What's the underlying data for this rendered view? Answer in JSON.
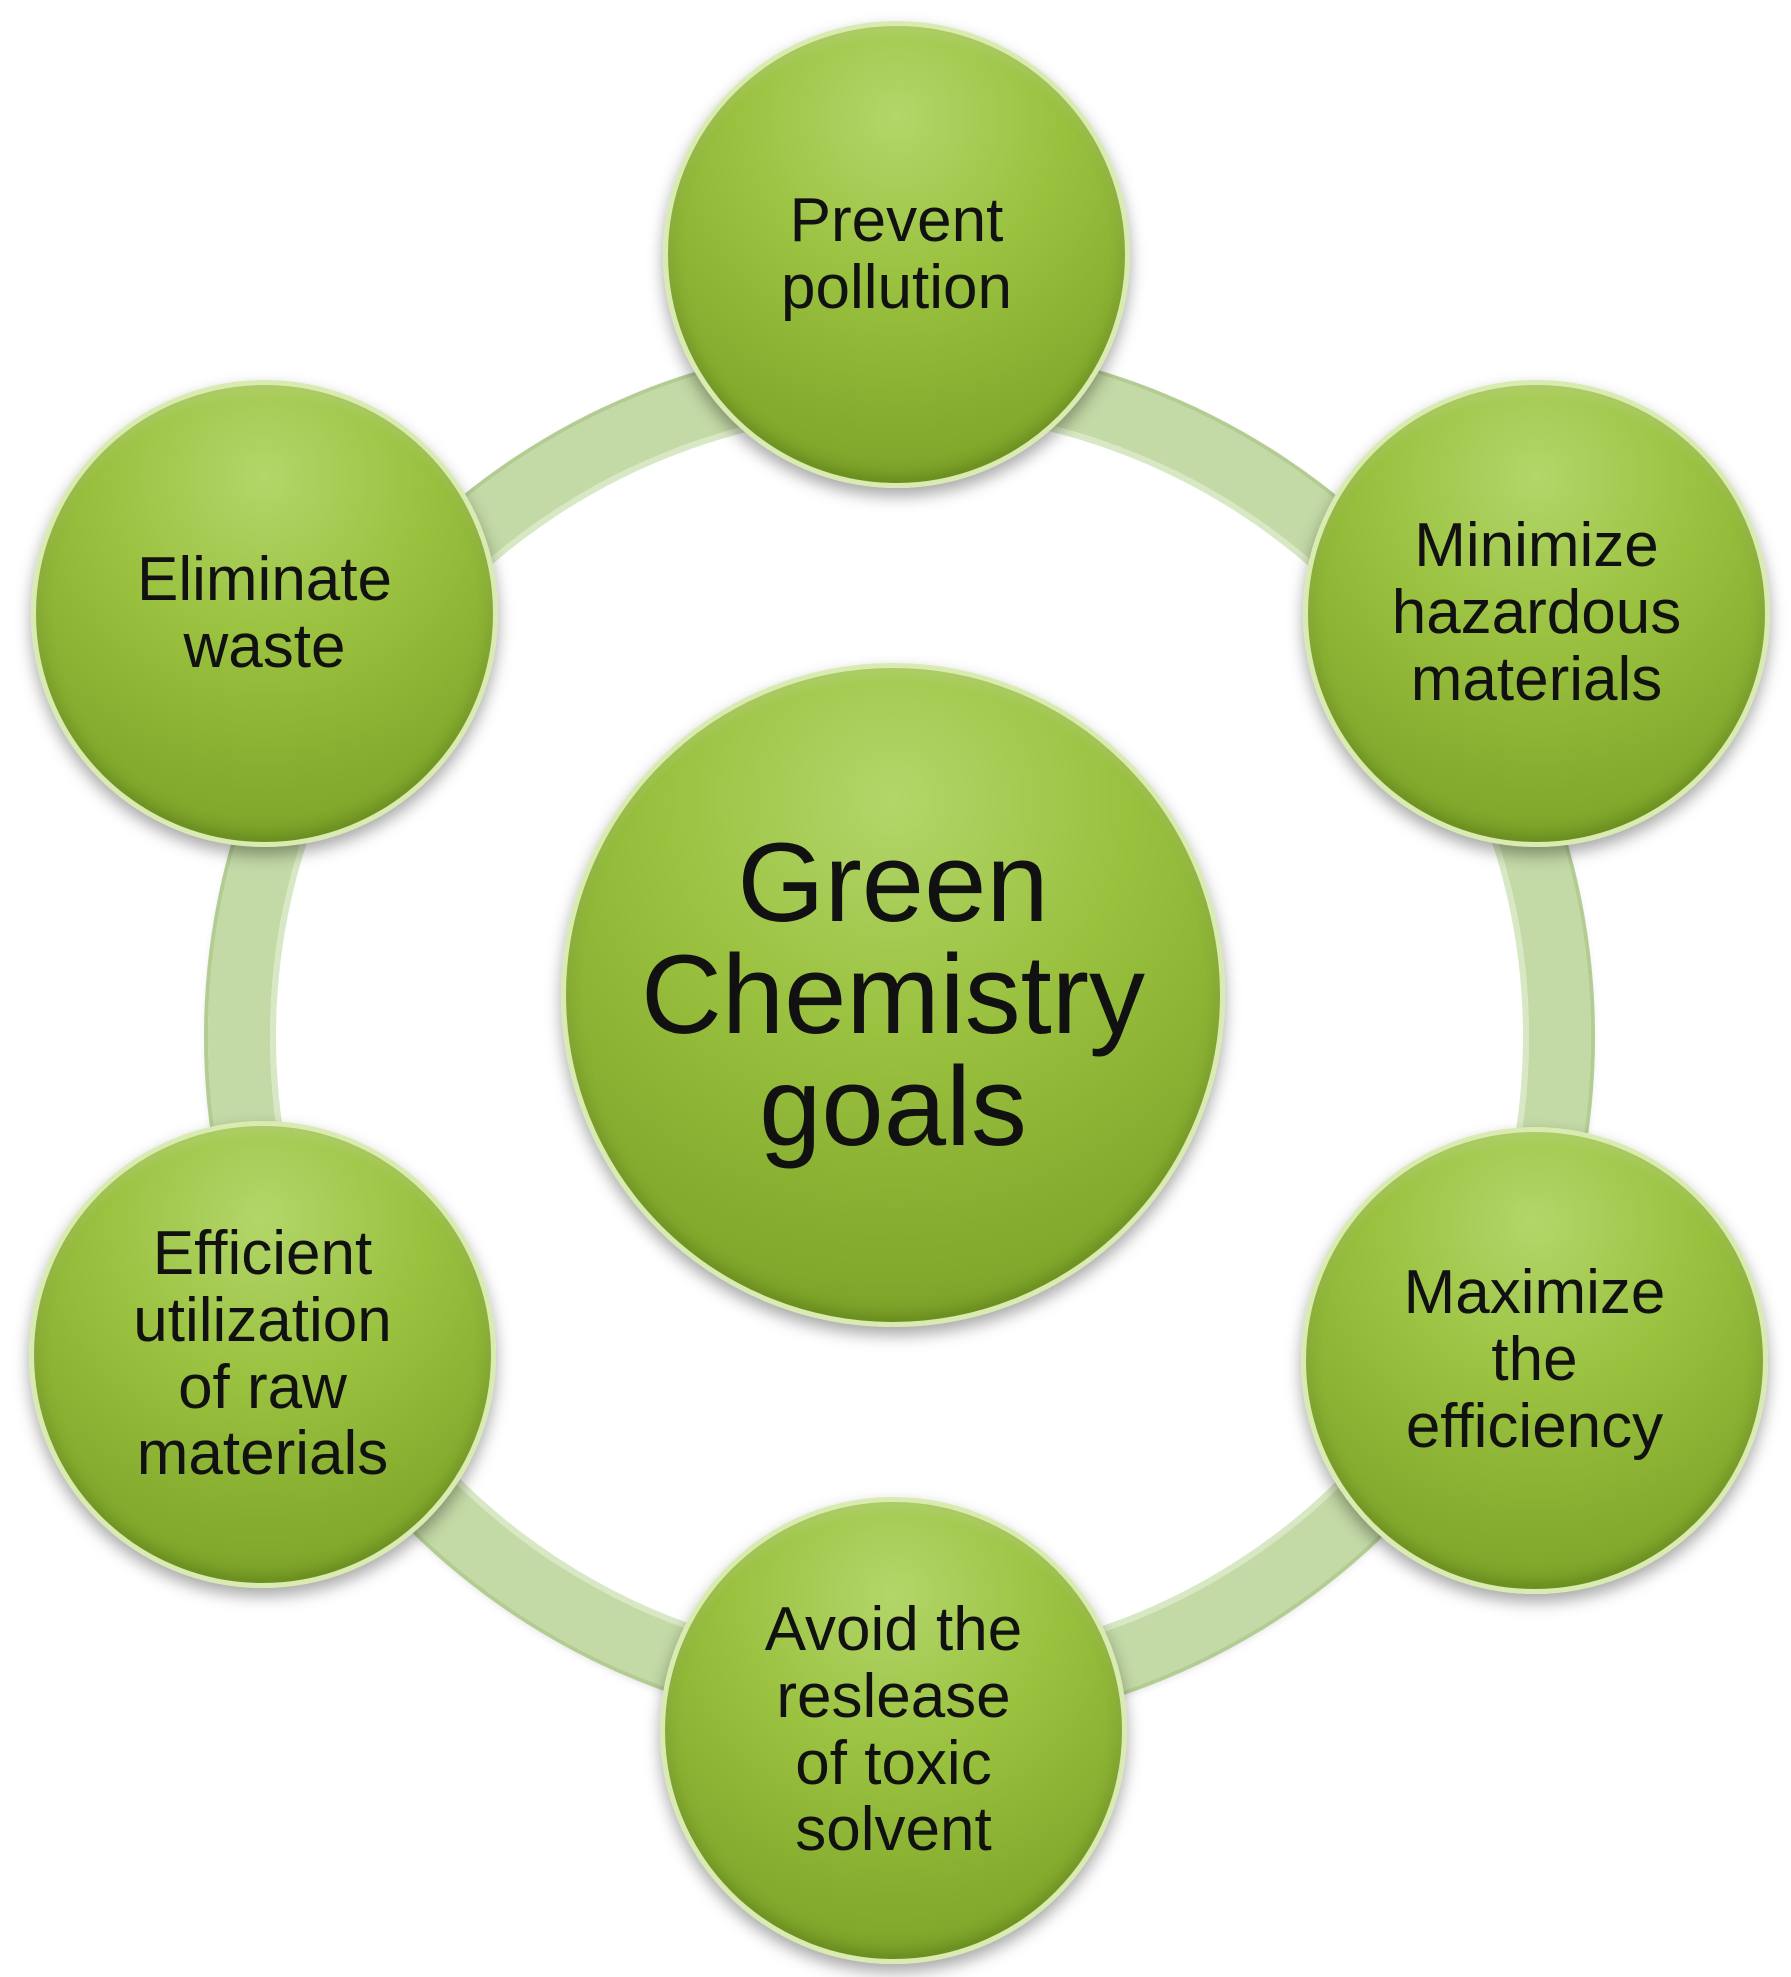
{
  "diagram": {
    "center": {
      "label": "Green\nChemistry\ngoals"
    },
    "goals": [
      {
        "label": "Prevent\npollution"
      },
      {
        "label": "Minimize\nhazardous\nmaterials"
      },
      {
        "label": "Maximize\nthe\nefficiency"
      },
      {
        "label": "Avoid the\nreslease\nof toxic\nsolvent"
      },
      {
        "label": "Efficient\nutilization\nof raw\nmaterials"
      },
      {
        "label": "Eliminate\nwaste"
      }
    ]
  },
  "colors": {
    "node_fill": "#9ac13f",
    "node_border": "#d9ebb0",
    "ring": "#c3d9a6",
    "text": "#111111",
    "background": "#ffffff"
  }
}
